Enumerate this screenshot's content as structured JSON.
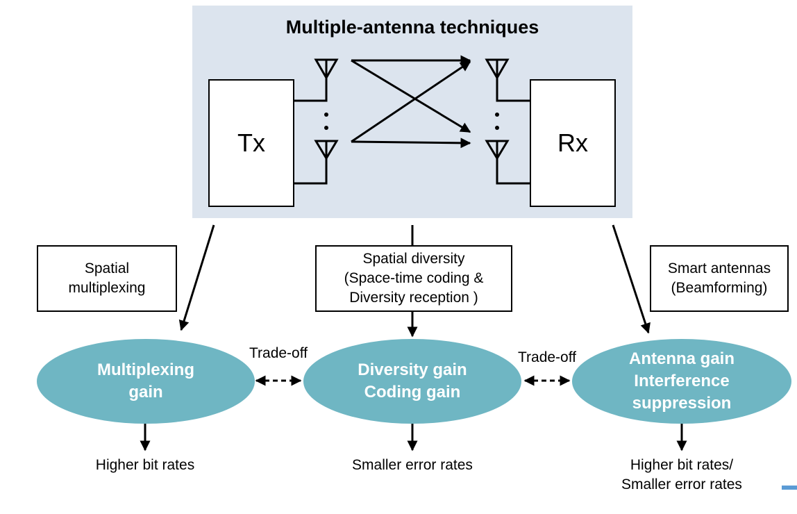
{
  "title": "Multiple-antenna techniques",
  "tx_label": "Tx",
  "rx_label": "Rx",
  "techniques": {
    "spatial_multiplexing": "Spatial\nmultiplexing",
    "spatial_diversity": "Spatial diversity\n(Space-time coding &\nDiversity reception )",
    "smart_antennas": "Smart antennas\n(Beamforming)"
  },
  "gains": {
    "multiplexing": "Multiplexing\ngain",
    "diversity": "Diversity gain\nCoding gain",
    "antenna": "Antenna gain\nInterference\nsuppression"
  },
  "trade_off": "Trade-off",
  "outcomes": {
    "multiplexing": "Higher bit rates",
    "diversity": "Smaller error rates",
    "antenna": "Higher bit rates/\nSmaller error rates"
  },
  "colors": {
    "panel_bg": "#dce4ee",
    "ellipse_fill": "#6fb6c3",
    "ellipse_text": "#ffffff",
    "accent": "#5b9bd5"
  }
}
